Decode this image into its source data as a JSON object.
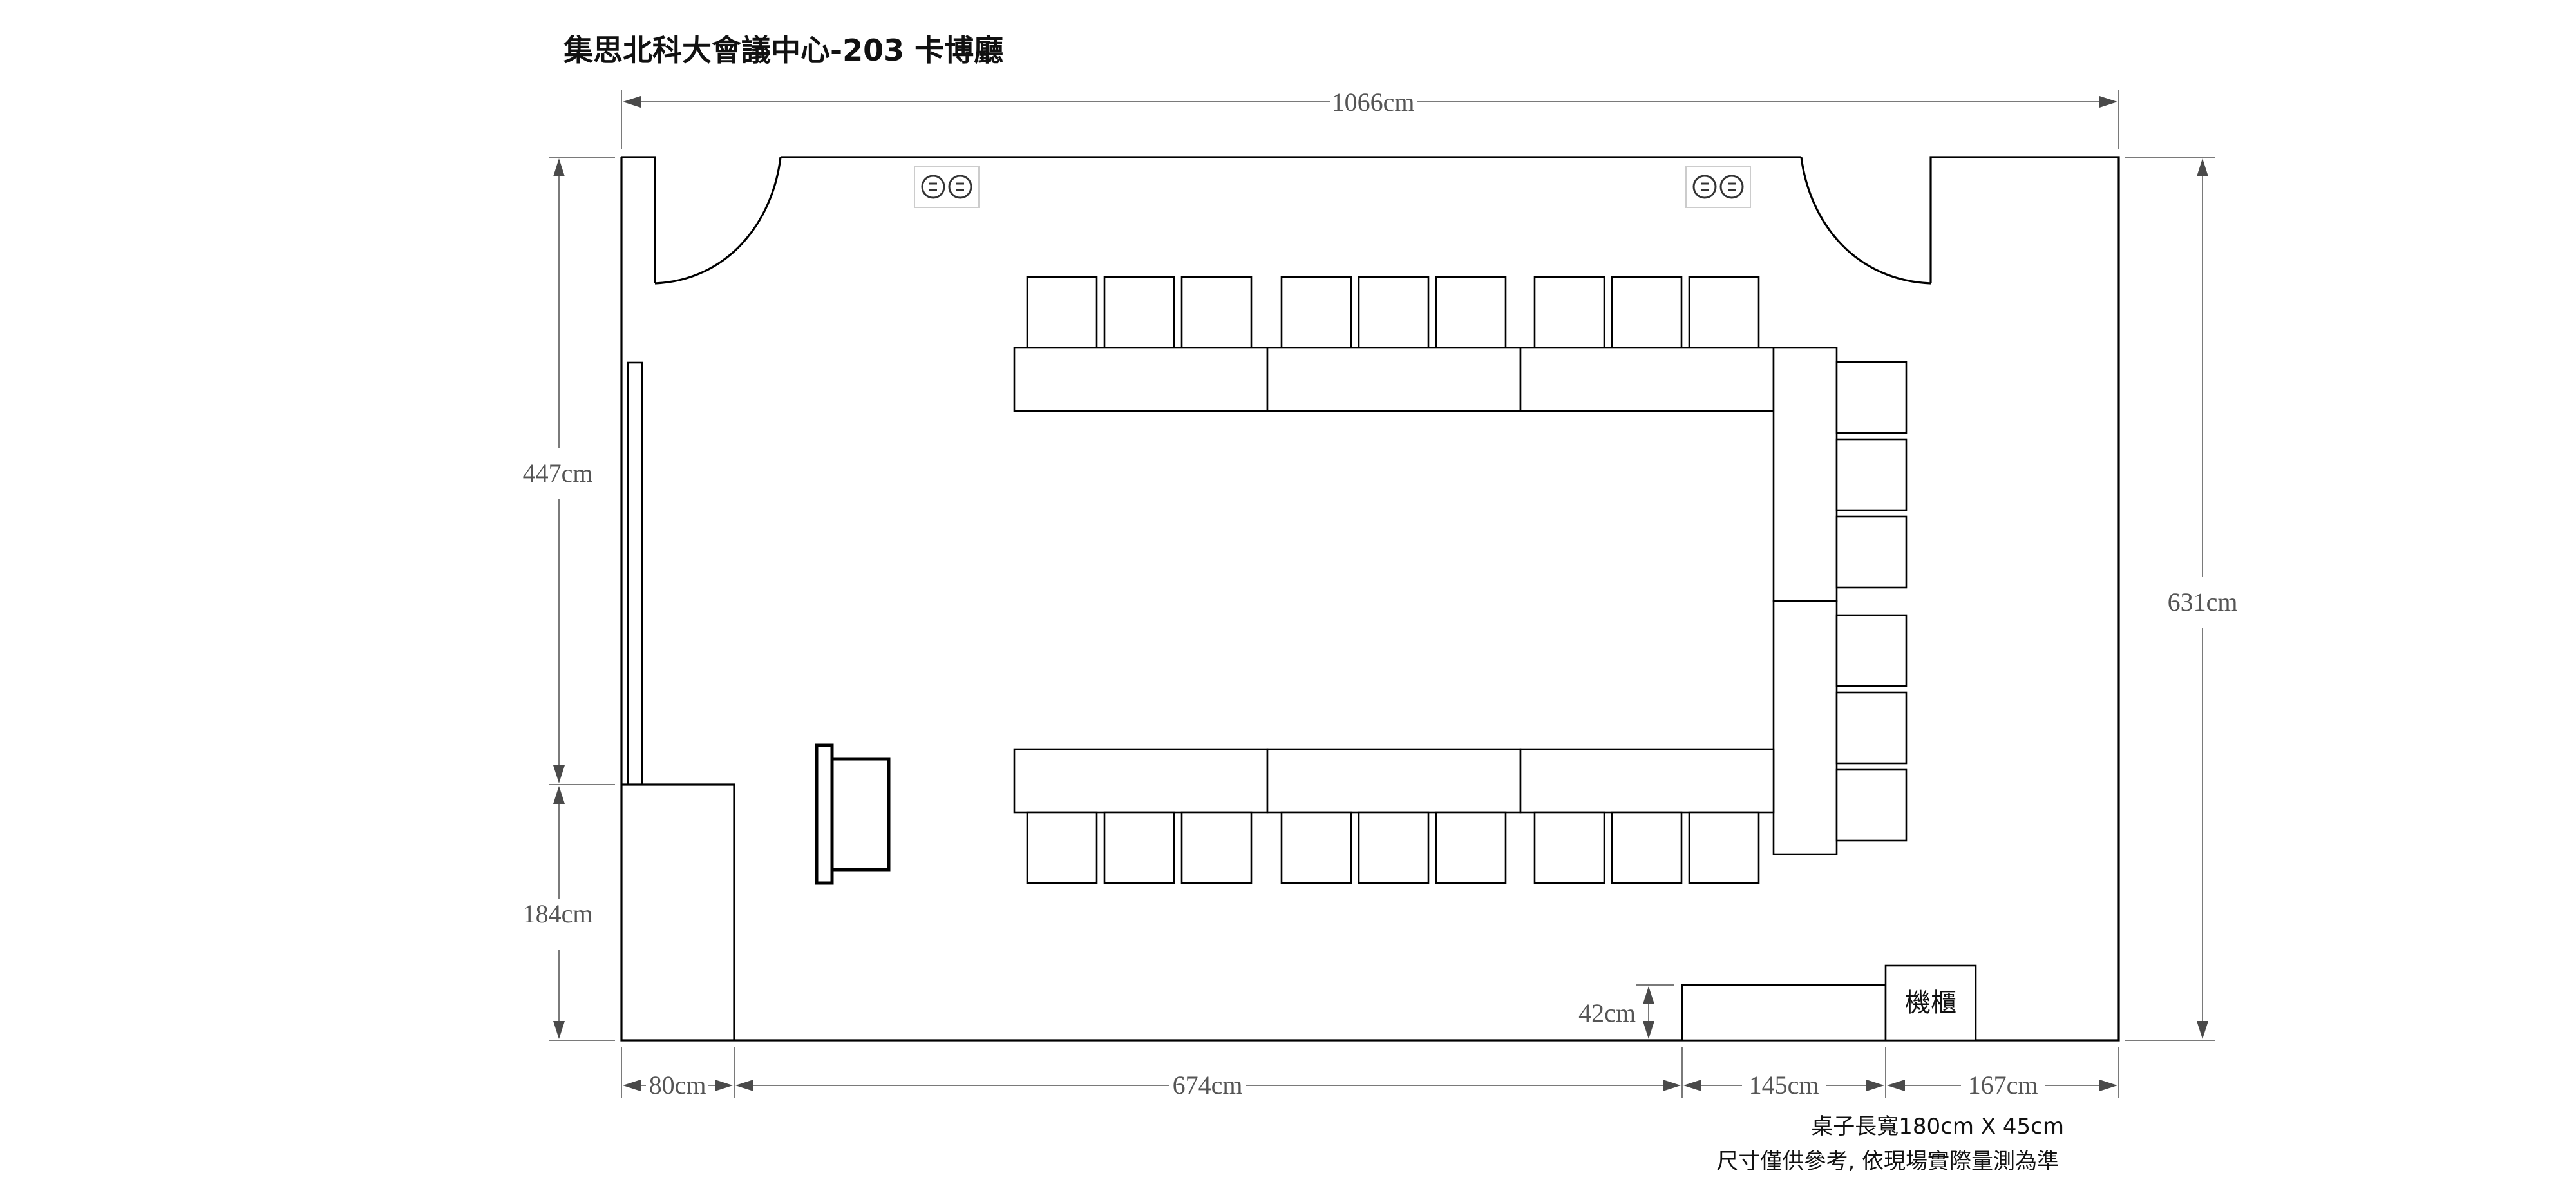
{
  "title": "集思北科大會議中心-203 卡博廳",
  "dimensions": {
    "width_total": "1066cm",
    "height_total": "631cm",
    "left_upper": "447cm",
    "left_lower": "184cm",
    "bottom_a": "80cm",
    "bottom_b": "674cm",
    "bottom_c": "145cm",
    "bottom_d": "167cm",
    "cabinet_depth": "42cm"
  },
  "labels": {
    "cabinet": "機櫃"
  },
  "notes": {
    "table_size": "桌子長寬180cm X 45cm",
    "disclaimer": "尺寸僅供參考, 依現場實際量測為準"
  },
  "icons": {
    "outlet": "power-outlet-icon"
  },
  "colors": {
    "line": "#000000",
    "dimension": "#7a7a7a"
  }
}
